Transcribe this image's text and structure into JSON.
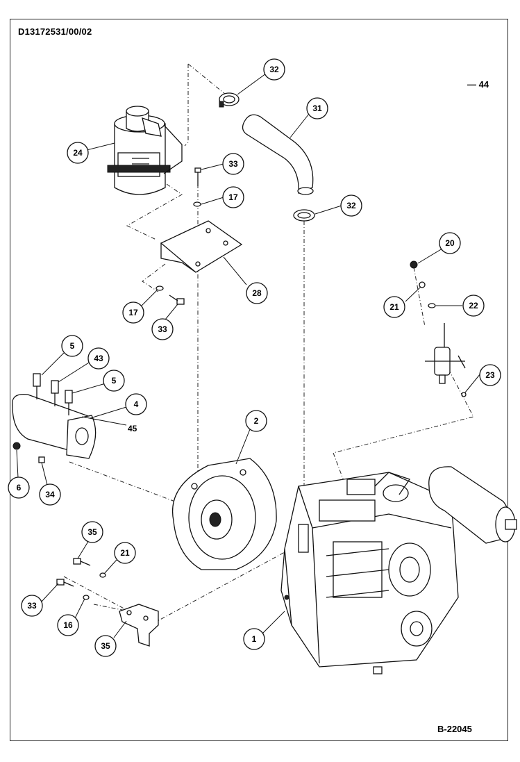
{
  "header": {
    "doc_id": "D13172531/00/02"
  },
  "footer": {
    "drawing_id": "B-22045"
  },
  "ref_44": "44",
  "callouts": {
    "c1": "1",
    "c2": "2",
    "c4": "4",
    "c5a": "5",
    "c5b": "5",
    "c6": "6",
    "c16": "16",
    "c17a": "17",
    "c17b": "17",
    "c20": "20",
    "c21a": "21",
    "c21b": "21",
    "c22": "22",
    "c23": "23",
    "c24": "24",
    "c28": "28",
    "c31": "31",
    "c32a": "32",
    "c32b": "32",
    "c33a": "33",
    "c33b": "33",
    "c33c": "33",
    "c34": "34",
    "c35a": "35",
    "c35b": "35",
    "c43": "43",
    "c45": "45"
  }
}
